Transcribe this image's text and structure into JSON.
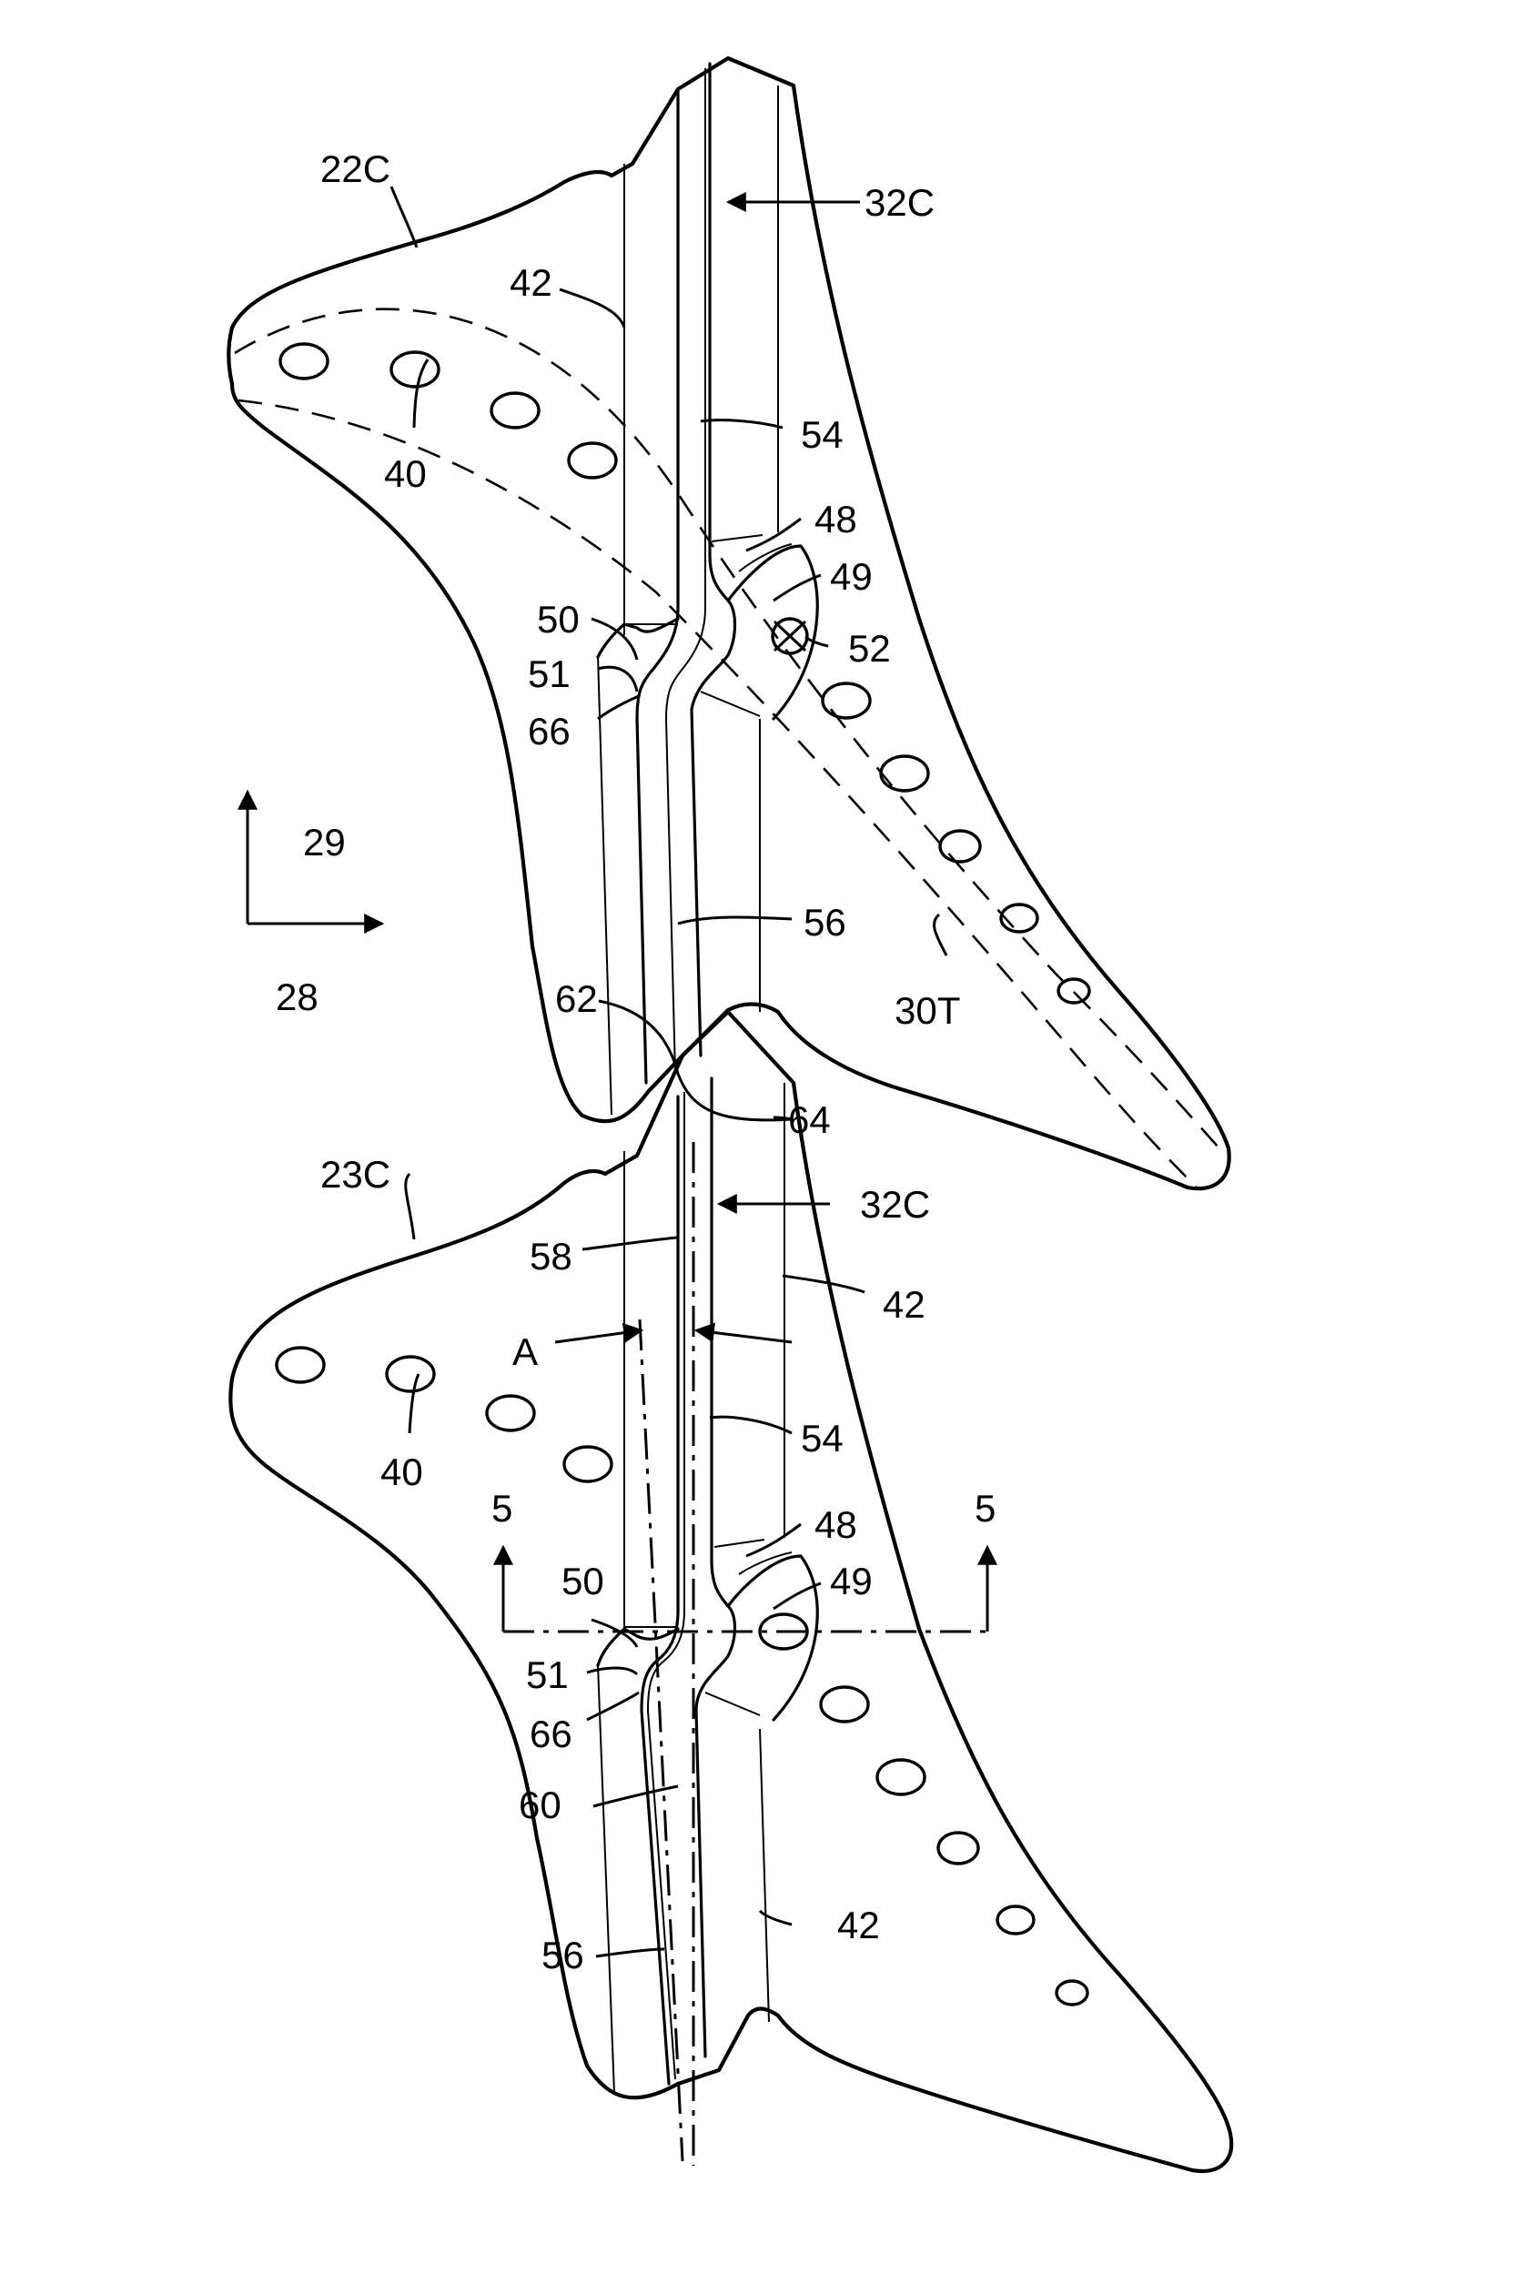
{
  "labels": {
    "blade_upper": "22C",
    "blade_lower": "23C",
    "seal_upper": "32C",
    "seal_lower": "32C",
    "wall_upper": "42",
    "wall_lower_a": "42",
    "wall_lower_b": "42",
    "holes_upper": "40",
    "holes_lower": "40",
    "seg54_upper": "54",
    "seg54_lower": "54",
    "seg48_upper": "48",
    "seg48_lower": "48",
    "seg49_upper": "49",
    "seg49_lower": "49",
    "seg50_upper": "50",
    "seg50_lower": "50",
    "seg51_upper": "51",
    "seg51_lower": "51",
    "seg66_upper": "66",
    "seg66_lower": "66",
    "seg52": "52",
    "seg56_upper": "56",
    "seg56_lower": "56",
    "seg62": "62",
    "seg64": "64",
    "seg58": "58",
    "seg60": "60",
    "angle_a": "A",
    "section_left": "5",
    "section_right": "5",
    "trailing_edge": "30T",
    "axis_vertical": "29",
    "axis_horizontal": "28"
  }
}
